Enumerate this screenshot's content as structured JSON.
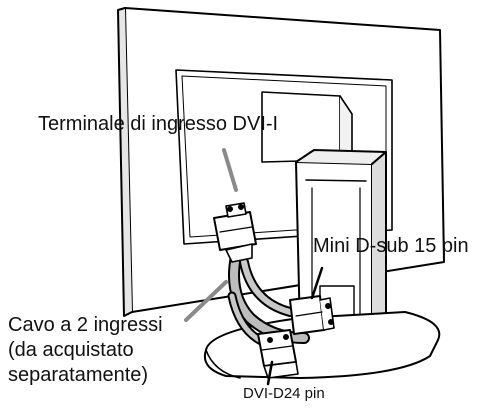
{
  "labels": {
    "dvi_input": "Terminale di ingresso DVI-I",
    "mini_dsub": "Mini D-sub 15 pin",
    "cable_line1": "Cavo a 2 ingressi",
    "cable_line2": "(da acquistato",
    "cable_line3": "separatamente)",
    "dvi_d24": "DVI-D24 pin"
  }
}
